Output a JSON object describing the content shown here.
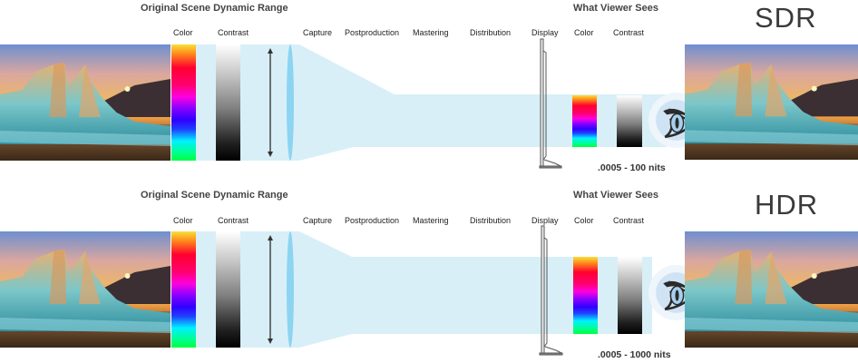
{
  "rows": [
    {
      "label": "SDR",
      "scene_title": "Original Scene Dynamic Range",
      "viewer_title": "What Viewer Sees",
      "stages": [
        "Color",
        "Contrast",
        "Capture",
        "Postproduction",
        "Mastering",
        "Distribution",
        "Display",
        "Color",
        "Contrast"
      ],
      "range": ".0005 - 100 nits"
    },
    {
      "label": "HDR",
      "scene_title": "Original Scene Dynamic Range",
      "viewer_title": "What Viewer Sees",
      "stages": [
        "Color",
        "Contrast",
        "Capture",
        "Postproduction",
        "Mastering",
        "Distribution",
        "Display",
        "Color",
        "Contrast"
      ],
      "range": ".0005 - 1000 nits"
    }
  ],
  "colors": {
    "band": "#d8eff7",
    "lens": "#8cd4f2",
    "eye_ring": "#eef5fb"
  }
}
